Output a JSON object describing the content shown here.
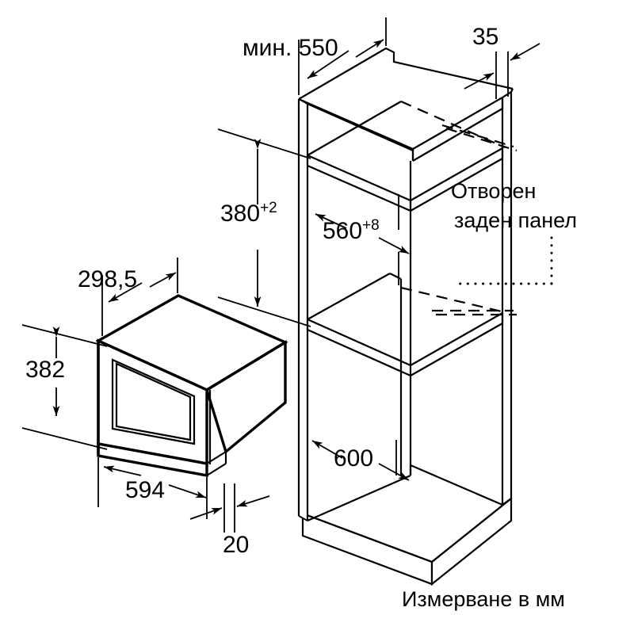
{
  "drawing": {
    "title": "Built-in microwave installation dimensions",
    "units_caption": "Измерване в мм",
    "note_line_1": "Отворен",
    "note_line_2": "заден панел",
    "stroke_color": "#000000",
    "background_color": "#ffffff"
  },
  "dimensions": {
    "niche_depth": {
      "label": "мин. 550",
      "value": "550",
      "prefix": "мин."
    },
    "niche_top_offset": {
      "label": "35",
      "value": "35"
    },
    "niche_height": {
      "label": "380",
      "value": "380",
      "tolerance": "+2"
    },
    "niche_inner_depth": {
      "label": "560",
      "value": "560",
      "tolerance": "+8"
    },
    "niche_width": {
      "label": "600",
      "value": "600"
    },
    "appliance_depth": {
      "label": "298,5",
      "value": "298,5"
    },
    "appliance_height": {
      "label": "382",
      "value": "382"
    },
    "appliance_width": {
      "label": "594",
      "value": "594"
    },
    "appliance_frame_thickness": {
      "label": "20",
      "value": "20"
    }
  },
  "labels": {
    "open_back_panel": "Отворен заден панел",
    "measurement_in_mm": "Измерване в мм"
  }
}
